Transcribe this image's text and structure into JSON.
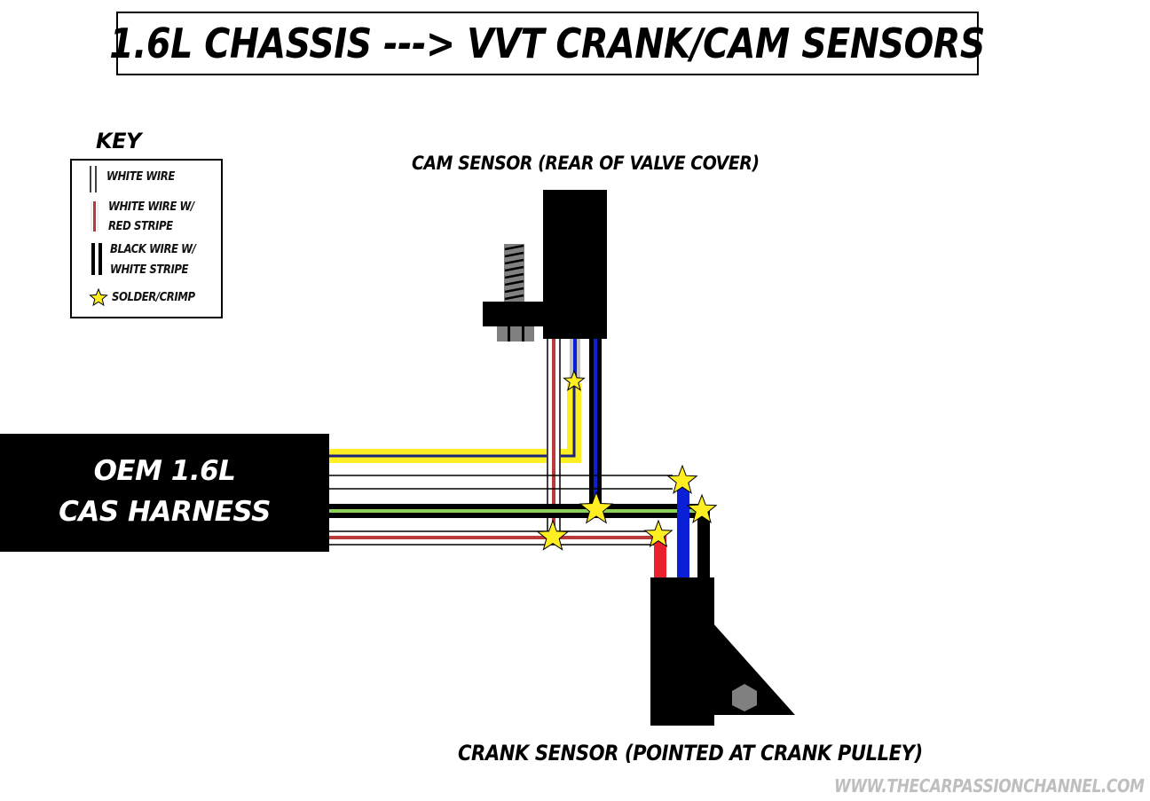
{
  "title": "1.6L Chassis ---> VVT Crank/Cam Sensors",
  "key": {
    "heading": "Key",
    "items": [
      {
        "label_lines": [
          "White Wire"
        ],
        "swatch": "white-wire",
        "colors": [
          "#ffffff",
          "#000000"
        ]
      },
      {
        "label_lines": [
          "White Wire w/",
          "Red Stripe"
        ],
        "swatch": "white-red-wire",
        "colors": [
          "#ffffff",
          "#b83a3a"
        ]
      },
      {
        "label_lines": [
          "Black Wire w/",
          "White Stripe"
        ],
        "swatch": "black-white-wire",
        "colors": [
          "#000000",
          "#ffffff"
        ]
      },
      {
        "label_lines": [
          "Solder/Crimp"
        ],
        "swatch": "star-icon",
        "colors": [
          "#ffee22",
          "#000000"
        ]
      }
    ]
  },
  "components": {
    "cam_sensor": {
      "label": "Cam Sensor (Rear of Valve Cover)"
    },
    "crank_sensor": {
      "label": "Crank Sensor (Pointed at Crank Pulley)"
    },
    "harness": {
      "label_lines": [
        "OEM 1.6L",
        "CAS Harness"
      ]
    }
  },
  "wire_colors": {
    "yellow": "#ffee22",
    "navy": "#1a237e",
    "blue": "#0a1fd6",
    "red_stripe": "#b83a3a",
    "red": "#e8212a",
    "green": "#8ccf5a",
    "black": "#000000",
    "white": "#ffffff",
    "grey": "#c0c0c0",
    "bolt": "#808080"
  },
  "watermark": "www.thecarpassionchannel.com"
}
